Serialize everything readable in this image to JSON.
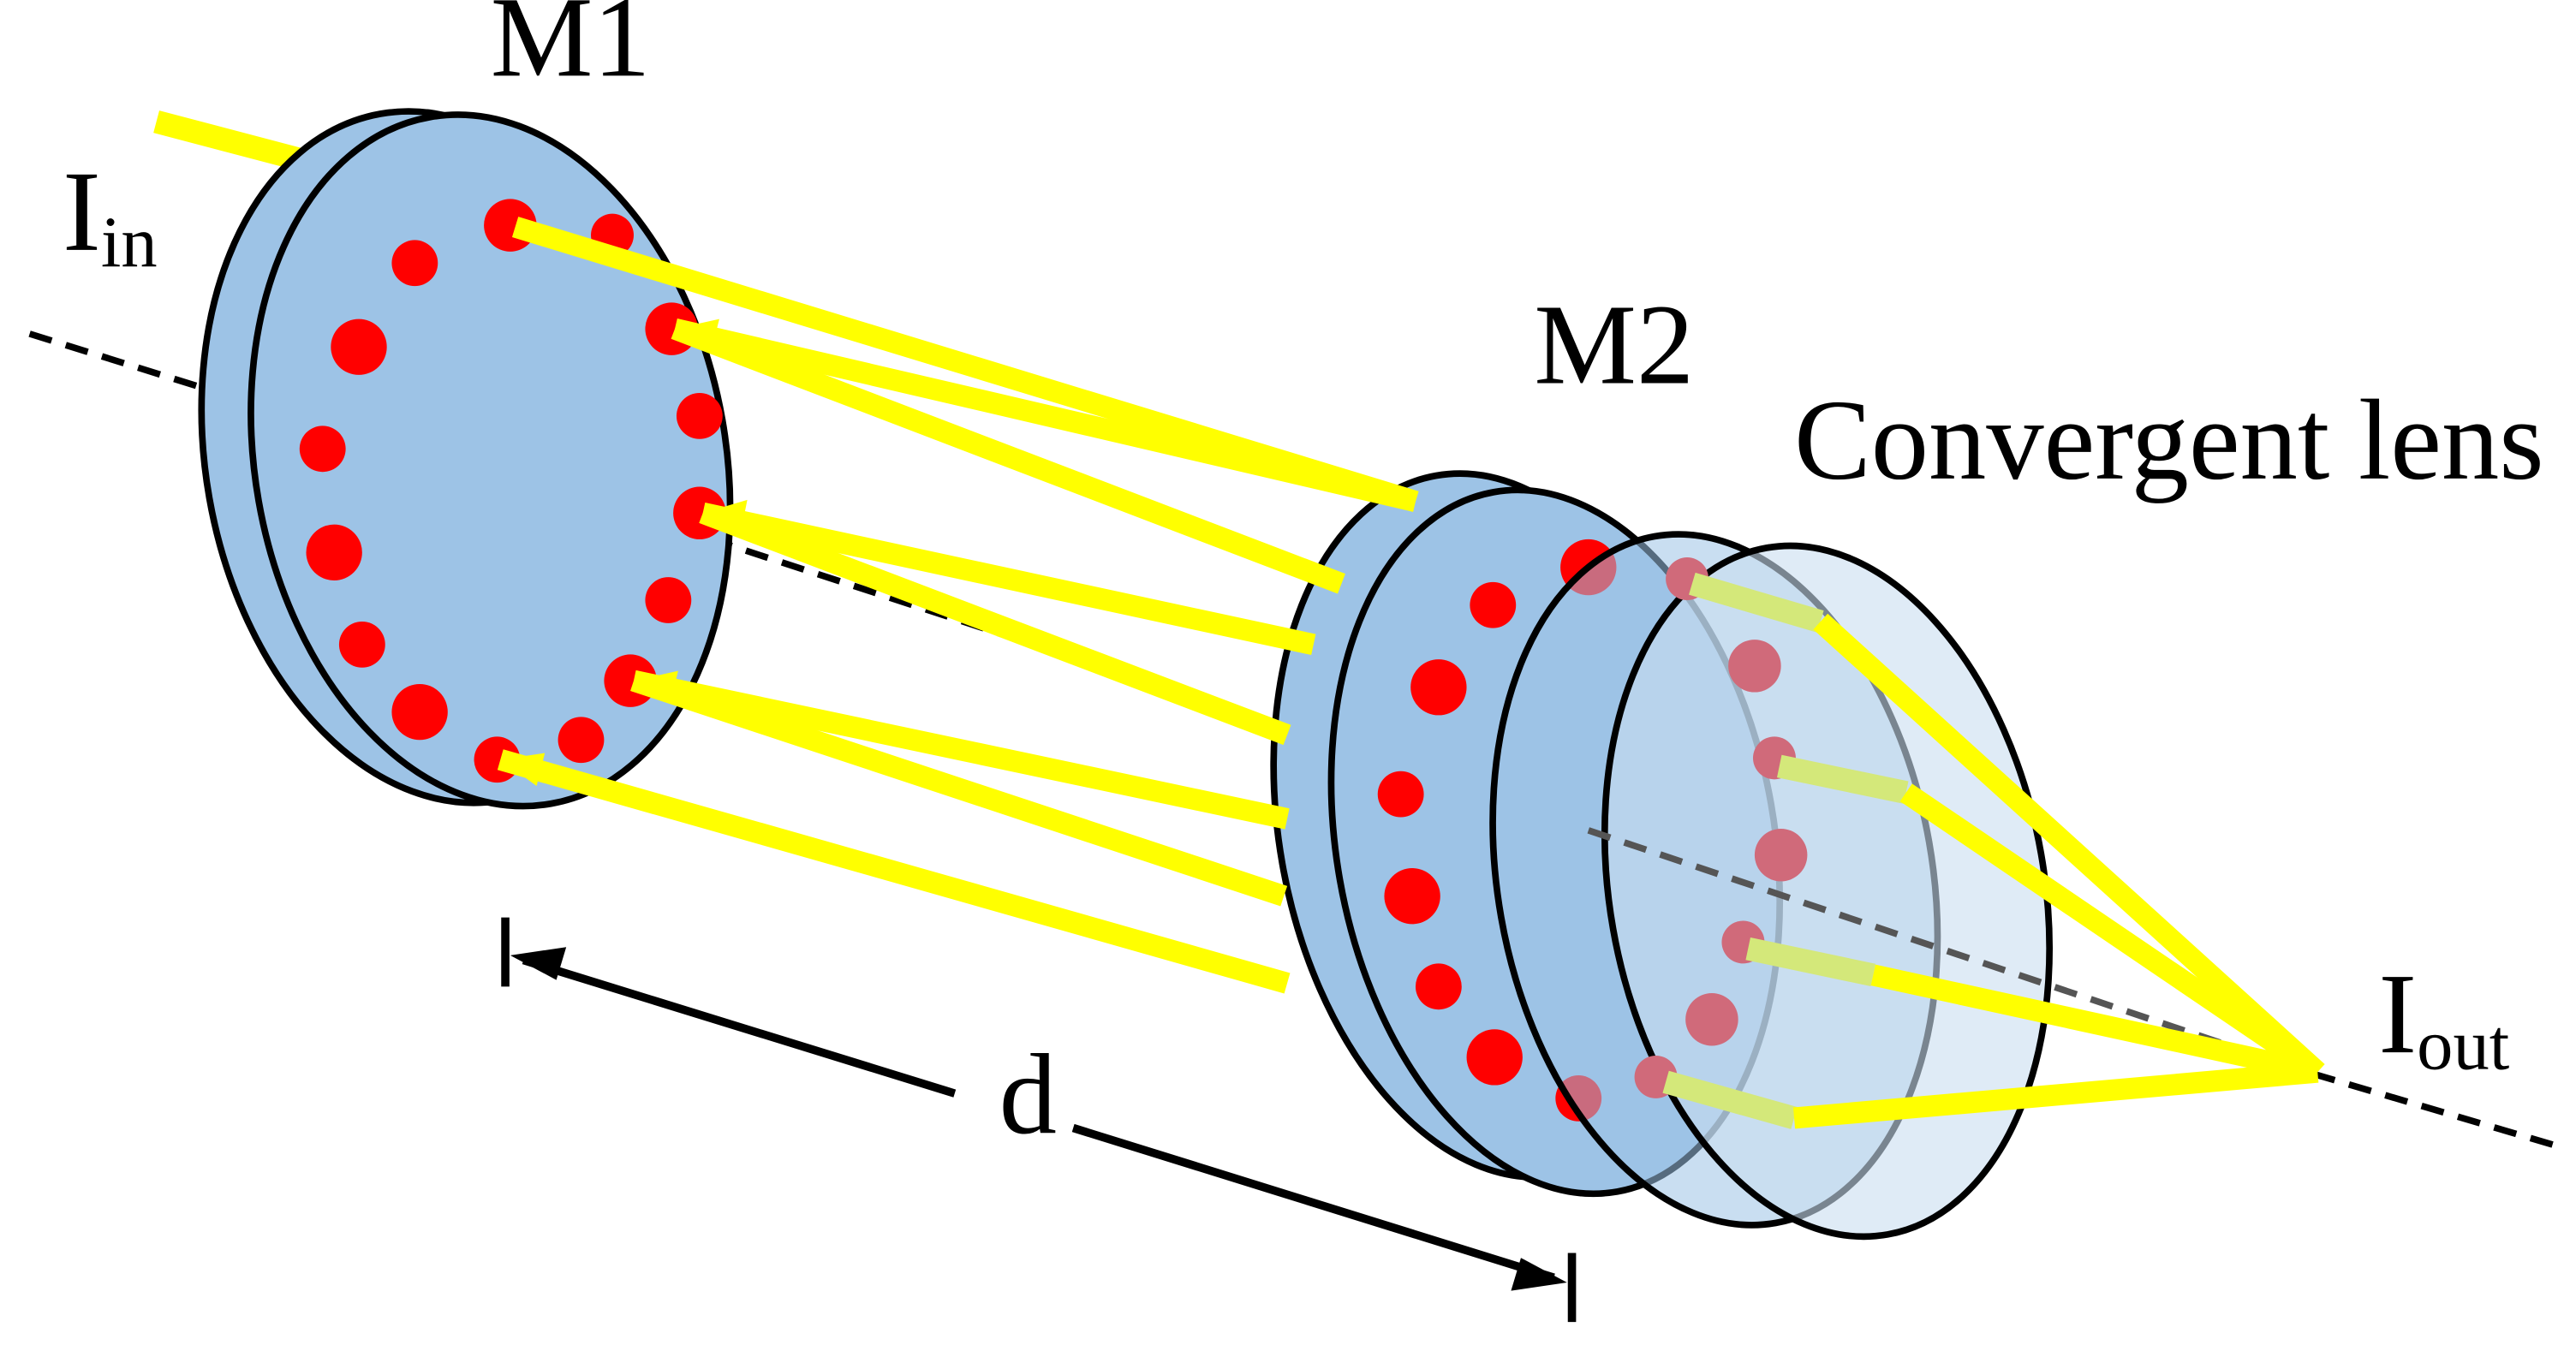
{
  "labels": {
    "m1": "M1",
    "m2": "M2",
    "lens": "Convergent lens",
    "i_in_main": "I",
    "i_in_sub": "in",
    "i_out_main": "I",
    "i_out_sub": "out",
    "distance": "d"
  },
  "colors": {
    "mirror_fill": "#9dc3e6",
    "lens_fill": "#c9def0",
    "beam": "#ffff00",
    "beam_through_lens": "#d4e87a",
    "spot": "#ff0000",
    "spot_behind_lens": "#d06a7a",
    "outline": "#000000"
  }
}
